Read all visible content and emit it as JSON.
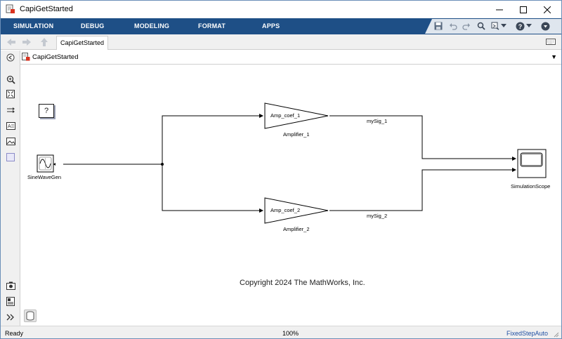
{
  "window": {
    "title": "CapiGetStarted"
  },
  "ribbon": {
    "tabs": [
      "SIMULATION",
      "DEBUG",
      "MODELING",
      "FORMAT",
      "APPS"
    ]
  },
  "explorer": {
    "tab_label": "CapiGetStarted",
    "breadcrumb": "CapiGetStarted"
  },
  "model": {
    "blocks": {
      "source": "SineWaveGen",
      "amp1_param": "Amp_coef_1",
      "amp1_name": "Amplifier_1",
      "amp2_param": "Amp_coef_2",
      "amp2_name": "Amplifier_2",
      "scope": "SimulationScope",
      "help": "?"
    },
    "signals": {
      "sig1": "mySig_1",
      "sig2": "mySig_2"
    },
    "annotation": "Copyright 2024 The MathWorks, Inc."
  },
  "status": {
    "left": "Ready",
    "zoom": "100%",
    "solver": "FixedStepAuto"
  },
  "colors": {
    "ribbon": "#1e4f86",
    "solver_link": "#1f4fa3"
  },
  "icons": {
    "palette": [
      "hide-palette-icon",
      "zoom-icon",
      "fit-view-icon",
      "arrows-icon",
      "text-box-icon",
      "image-icon",
      "area-icon",
      "model-browser-icon",
      "property-icon",
      "expand-icon"
    ],
    "quick_access": [
      "save-icon",
      "undo-icon",
      "redo-icon",
      "find-icon",
      "settings-icon",
      "help-icon",
      "collapse-icon"
    ]
  }
}
